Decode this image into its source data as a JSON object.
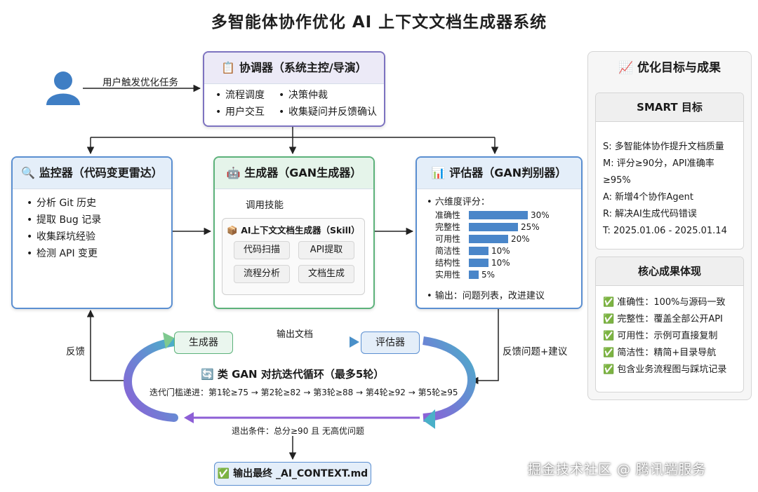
{
  "title": "多智能体协作优化 AI 上下文文档生成器系统",
  "user_action": "用户触发优化任务",
  "coordinator": {
    "title": "📋 协调器（系统主控/导演）",
    "items": [
      "流程调度",
      "决策仲裁",
      "用户交互",
      "收集疑问并反馈确认"
    ]
  },
  "monitor": {
    "title": "🔍 监控器（代码变更雷达）",
    "items": [
      "分析 Git 历史",
      "提取 Bug 记录",
      "收集踩坑经验",
      "检测 API 变更"
    ]
  },
  "generator": {
    "title": "🤖 生成器（GAN生成器）",
    "call_skill": "调用技能",
    "skill_title": "📦 AI上下文文档生成器（Skill）",
    "skills": [
      "代码扫描",
      "API提取",
      "流程分析",
      "文档生成"
    ]
  },
  "evaluator": {
    "title": "📊 评估器（GAN判别器）",
    "dims_label": "六维度评分：",
    "dimensions": [
      {
        "name": "准确性",
        "value": 30,
        "label": "30%"
      },
      {
        "name": "完整性",
        "value": 25,
        "label": "25%"
      },
      {
        "name": "可用性",
        "value": 20,
        "label": "20%"
      },
      {
        "name": "简洁性",
        "value": 10,
        "label": "10%"
      },
      {
        "name": "结构性",
        "value": 10,
        "label": "10%"
      },
      {
        "name": "实用性",
        "value": 5,
        "label": "5%"
      }
    ],
    "output": "输出：问题列表，改进建议"
  },
  "loop": {
    "gen_box": "生成器",
    "eval_box": "评估器",
    "output_doc": "输出文档",
    "title": "🔄 类 GAN 对抗迭代循环（最多5轮）",
    "thresholds": "迭代门槛递进：第1轮≥75 → 第2轮≥82 → 第3轮≥88 → 第4轮≥92 → 第5轮≥95",
    "exit": "退出条件：总分≥90 且 无高优问题",
    "feedback_left": "反馈",
    "feedback_right": "反馈问题+建议",
    "final": "✅ 输出最终 _AI_CONTEXT.md"
  },
  "side": {
    "title": "📈 优化目标与成果",
    "smart_title": "SMART 目标",
    "smart_items": [
      "S: 多智能体协作提升文档质量",
      "M: 评分≥90分，API准确率",
      "≥95%",
      "A: 新增4个协作Agent",
      "R: 解决AI生成代码错误",
      "T: 2025.01.06 - 2025.01.14"
    ],
    "result_title": "核心成果体现",
    "result_items": [
      "✅ 准确性：100%与源码一致",
      "✅ 完整性：覆盖全部公开API",
      "✅ 可用性：示例可直接复制",
      "✅ 简洁性：精简+目录导航",
      "✅ 包含业务流程图与踩坑记录"
    ]
  },
  "watermark": "掘金技术社区 @ 腾讯端服务",
  "colors": {
    "coordinator_border": "#7d73c0",
    "generator_border": "#5cb27a",
    "box_border": "#5b8fd1",
    "bar": "#4a86c9",
    "loop_gradient_start": "#4ab0c8",
    "loop_gradient_end": "#8d5fd6"
  }
}
